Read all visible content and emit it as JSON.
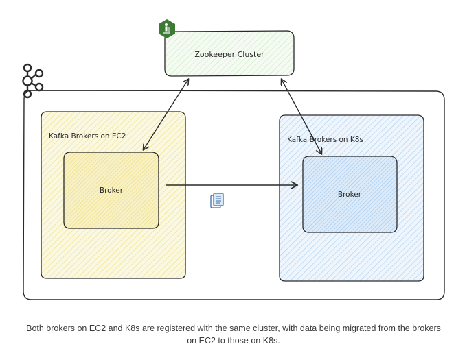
{
  "diagram": {
    "zookeeper_label": "Zookeeper Cluster",
    "ec2_group_label": "Kafka Brokers on EC2",
    "k8s_group_label": "Kafka Brokers on K8s",
    "ec2_broker_label": "Broker",
    "k8s_broker_label": "Broker",
    "icons": [
      "kafka-logo",
      "zookeeper-icon",
      "document-icon"
    ]
  },
  "caption": {
    "line1": "Both brokers on EC2 and K8s are registered with the same cluster, with data being migrated from the brokers",
    "line2": "on EC2 to those on K8s."
  },
  "colors": {
    "ec2_fill": "#f6efb8",
    "k8s_fill": "#cfe3f6",
    "zookeeper_fill": "#d9f1d3",
    "zookeeper_badge": "#3d7a35",
    "document_icon": "#3f6fa8"
  }
}
